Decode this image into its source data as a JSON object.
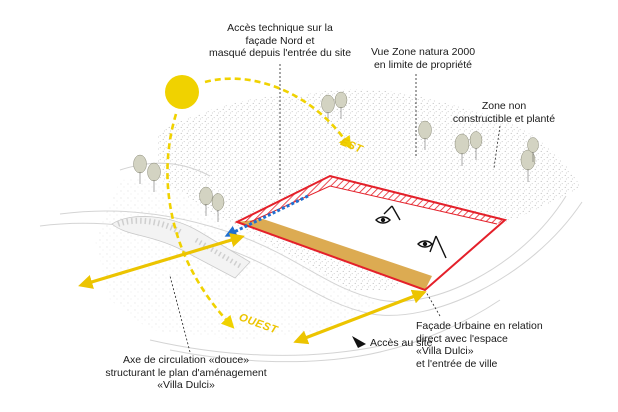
{
  "annotations": {
    "acces_technique": "Accès technique sur la\nfaçade Nord et\nmasqué depuis l'entrée du site",
    "vue_zone_natura": "Vue Zone natura 2000\nen limite de propriété",
    "zone_non_constructible": "Zone non\nconstructible et planté",
    "facade_urbaine": "Façade Urbaine en relation\ndirect avec l'espace\n«Villa Dulci»\net l'entrée de ville",
    "axe_circulation": "Axe de circulation «douce»\nstructurant le plan d'aménagement\n«Villa Dulci»",
    "acces_site": "Accès au site"
  },
  "cardinals": {
    "east": "EST",
    "west": "OUEST"
  },
  "colors": {
    "sun": "#f0d200",
    "sun_path": "#f0d200",
    "axis_arrows": "#ecc400",
    "site_outline": "#e4202a",
    "urban_facade_band": "#d9a443",
    "technical_access": "#1f6fd0",
    "trees": "#cfcfbd"
  },
  "icons": [
    "sun-icon",
    "eye-icon",
    "site-access-arrow-icon"
  ]
}
